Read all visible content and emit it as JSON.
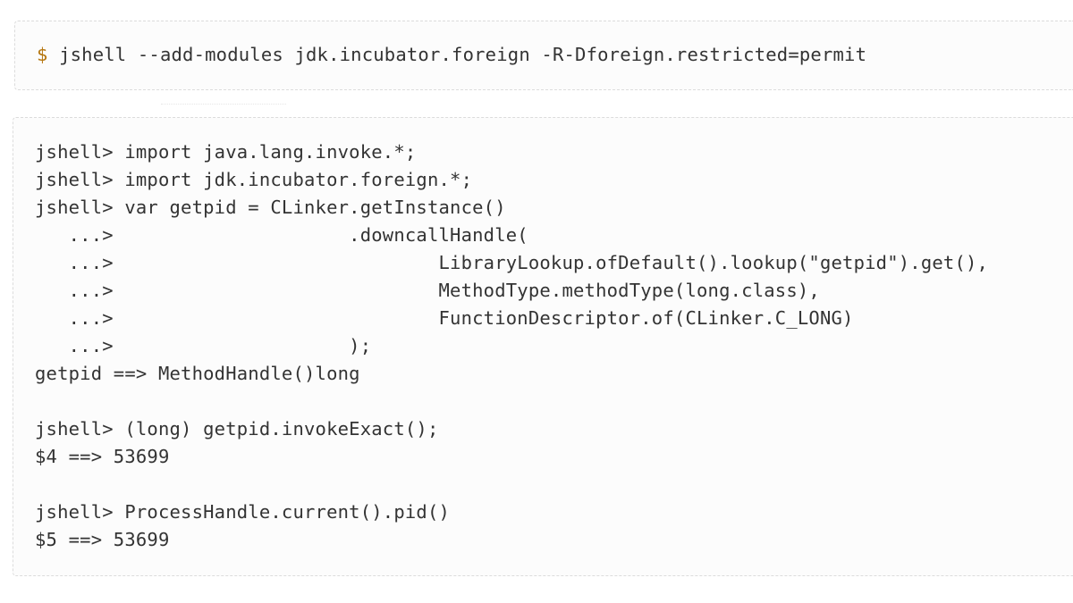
{
  "shell": {
    "dollar": "$",
    "command": " jshell --add-modules jdk.incubator.foreign -R-Dforeign.restricted=permit"
  },
  "repl": {
    "lines": [
      "jshell> import java.lang.invoke.*;",
      "jshell> import jdk.incubator.foreign.*;",
      "jshell> var getpid = CLinker.getInstance()",
      "   ...>                     .downcallHandle(",
      "   ...>                             LibraryLookup.ofDefault().lookup(\"getpid\").get(),",
      "   ...>                             MethodType.methodType(long.class),",
      "   ...>                             FunctionDescriptor.of(CLinker.C_LONG)",
      "   ...>                     );",
      "getpid ==> MethodHandle()long",
      "",
      "jshell> (long) getpid.invokeExact();",
      "$4 ==> 53699",
      "",
      "jshell> ProcessHandle.current().pid()",
      "$5 ==> 53699"
    ]
  }
}
